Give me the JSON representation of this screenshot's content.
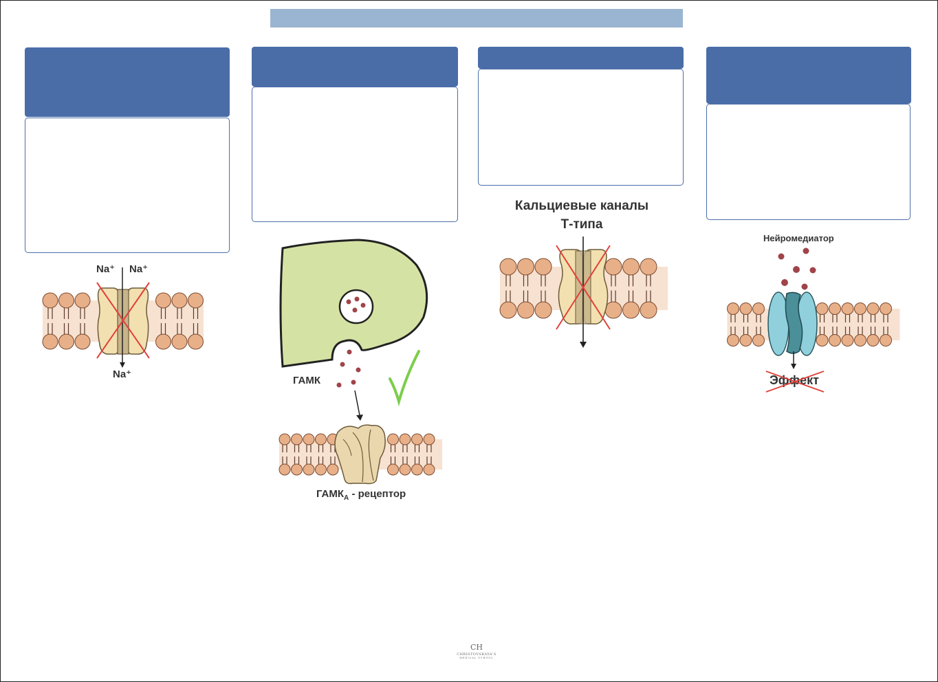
{
  "page": {
    "title_text": ""
  },
  "columns": [
    {
      "header_text": "",
      "body_text": ""
    },
    {
      "header_text": "",
      "body_text": ""
    },
    {
      "header_text": "",
      "body_text": ""
    },
    {
      "header_text": "",
      "body_text": ""
    }
  ],
  "figures": {
    "sodium": {
      "ion_left": "Na⁺",
      "ion_right": "Na⁺",
      "ion_bottom": "Na⁺"
    },
    "gaba": {
      "neurotransmitter": "ГАМК",
      "receptor_main": "ГАМК",
      "receptor_sub": "A",
      "receptor_suffix": " - рецептор"
    },
    "calcium": {
      "title_line1": "Кальциевые каналы",
      "title_line2": "Т-типа"
    },
    "neuro": {
      "neuromediator": "Нейромедиатор",
      "effect": "Эффект"
    }
  },
  "logo": {
    "monogram": "CH",
    "line1": "CHRISTOVSKAYA'S",
    "line2": "MEDICAL SCHOOL"
  },
  "colors": {
    "header_blue": "#4a6da8",
    "title_bar": "#9ab5d1",
    "lipid_head": "#e8b089",
    "lipid_fill": "#f7e1d0",
    "channel": "#f3e0b0",
    "block_x": "#e0403a",
    "neuron": "#d4e3a3",
    "check": "#7ccd4b",
    "receptor_teal": "#8fd0dc"
  }
}
